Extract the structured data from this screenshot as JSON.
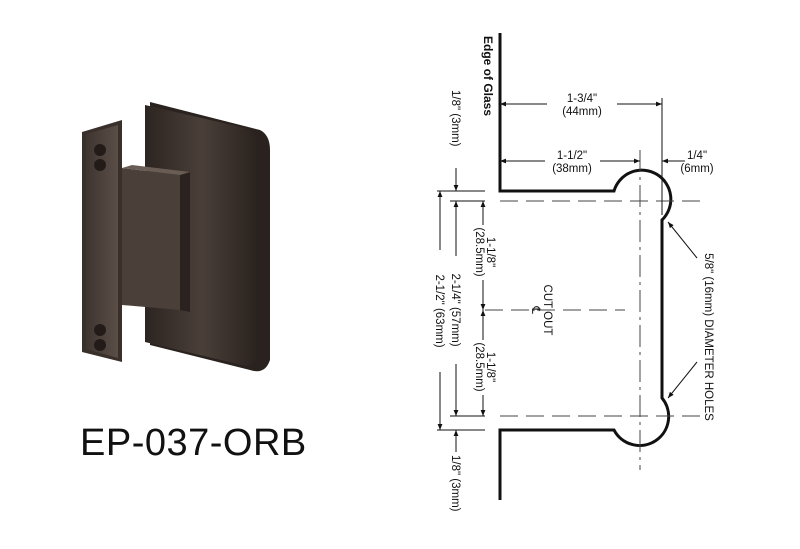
{
  "product": {
    "model": "EP-037-ORB",
    "finish_color": "#3b322d"
  },
  "drawing": {
    "edge_label": "Edge of Glass",
    "dim_overall_width": {
      "in": "1-3/4\"",
      "mm": "(44mm)"
    },
    "dim_center_width": {
      "in": "1-1/2\"",
      "mm": "(38mm)"
    },
    "dim_edge": {
      "in": "1/4\"",
      "mm": "(6mm)"
    },
    "dim_top_offset": "1/8\" (3mm)",
    "dim_bottom_offset": "1/8\" (3mm)",
    "dim_half_top": {
      "in": "1-1/8\"",
      "mm": "(28.5mm)"
    },
    "dim_half_bottom": {
      "in": "1-1/8\"",
      "mm": "(28.5mm)"
    },
    "dim_hole_spacing": "2-1/4\" (57mm)",
    "dim_cutout_height": "2-1/2\" (63mm)",
    "cutout_label": "CUT OUT",
    "centerline_symbol": "℄",
    "holes_label": "5/8\" (16mm) DIAMETER HOLES"
  }
}
